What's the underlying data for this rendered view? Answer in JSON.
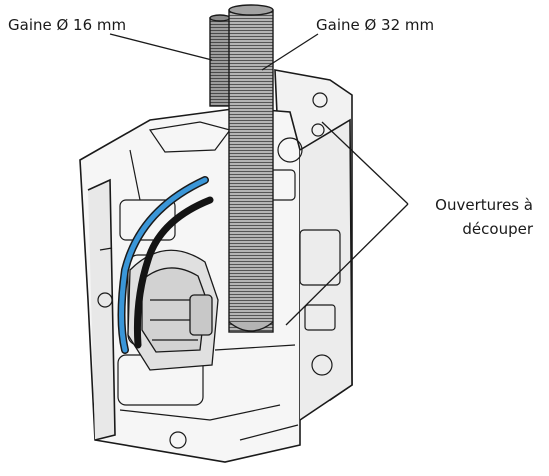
{
  "labels": {
    "gaine_16": "Gaine Ø 16 mm",
    "gaine_32": "Gaine Ø 32 mm",
    "ouvertures_line1": "Ouvertures à",
    "ouvertures_line2": "découper"
  },
  "colors": {
    "background": "#ffffff",
    "line": "#1a1a1a",
    "housing": "#f2f2f2",
    "conduit": "#8e8e8e",
    "blue_wire": "#3a96d8",
    "black_wire": "#141414"
  }
}
